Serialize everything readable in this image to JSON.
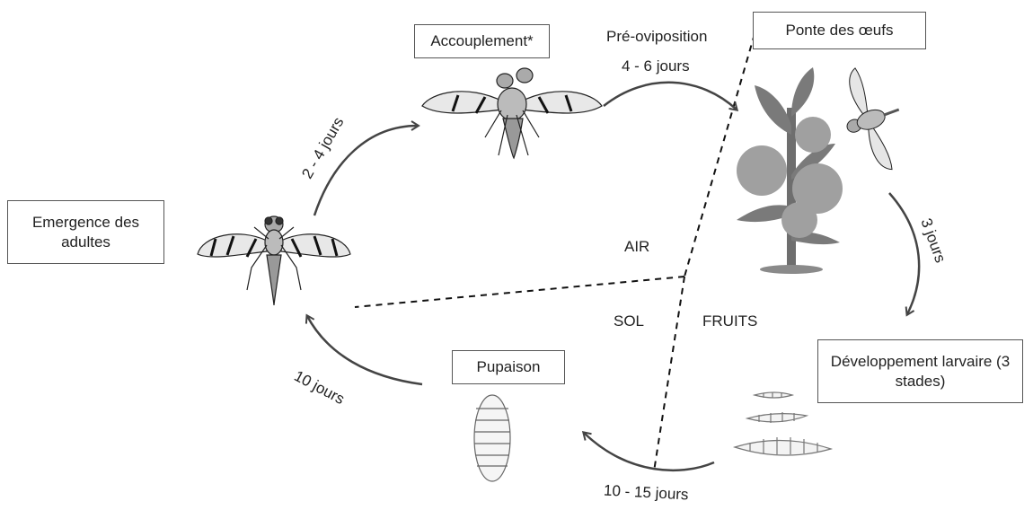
{
  "stages": {
    "emergence": "Emergence des adultes",
    "mating": "Accouplement*",
    "egg_laying": "Ponte des œufs",
    "larval": "Développement larvaire (3 stades)",
    "pupation": "Pupaison"
  },
  "durations": {
    "emergence_to_mating": "2 - 4 jours",
    "preoviposition_title": "Pré-oviposition",
    "preoviposition": "4 - 6 jours",
    "egg_to_larva": "3 jours",
    "larva_to_pupa": "10 - 15 jours",
    "pupa_to_adult": "10 jours"
  },
  "zones": {
    "air": "AIR",
    "soil": "SOL",
    "fruits": "FRUITS"
  }
}
